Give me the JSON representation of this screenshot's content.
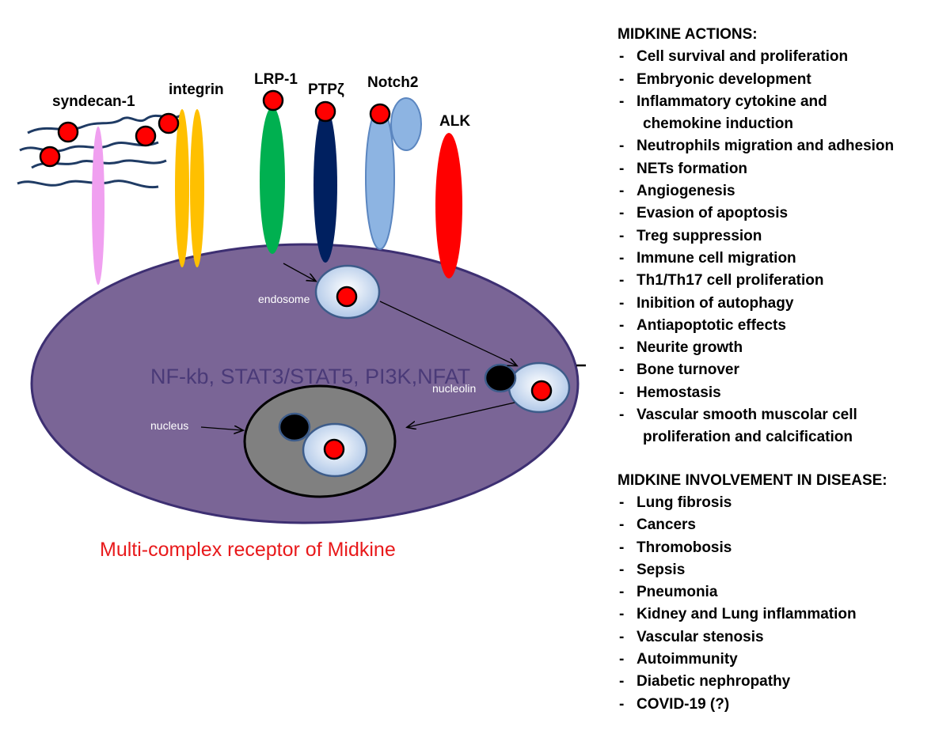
{
  "receptors": {
    "syndecan": "syndecan-1",
    "integrin": "integrin",
    "lrp1": "LRP-1",
    "ptpz": "PTPζ",
    "notch2": "Notch2",
    "alk": "ALK"
  },
  "cell": {
    "endosome": "endosome",
    "nucleolin": "nucleolin",
    "nucleus": "nucleus",
    "pathways": "NF-kb, STAT3/STAT5, PI3K,NFAT"
  },
  "caption": "Multi-complex receptor of Midkine",
  "actions": {
    "title": "MIDKINE ACTIONS:",
    "items": [
      {
        "text": "Cell survival and proliferation"
      },
      {
        "text": "Embryonic development"
      },
      {
        "text": "Inflammatory cytokine and",
        "cont": "chemokine induction"
      },
      {
        "text": "Neutrophils migration and adhesion"
      },
      {
        "text": "NETs formation"
      },
      {
        "text": "Angiogenesis"
      },
      {
        "text": "Evasion of apoptosis"
      },
      {
        "text": "Treg suppression"
      },
      {
        "text": "Immune cell migration"
      },
      {
        "text": "Th1/Th17 cell proliferation"
      },
      {
        "text": "Inibition of autophagy"
      },
      {
        "text": "Antiapoptotic effects"
      },
      {
        "text": "Neurite growth"
      },
      {
        "text": "Bone turnover"
      },
      {
        "text": "Hemostasis"
      },
      {
        "text": "Vascular smooth muscolar cell",
        "cont": " proliferation and calcification"
      }
    ]
  },
  "disease": {
    "title": "MIDKINE INVOLVEMENT IN DISEASE:",
    "items": [
      {
        "text": "Lung fibrosis"
      },
      {
        "text": "Cancers"
      },
      {
        "text": "Thromobosis"
      },
      {
        "text": "Sepsis"
      },
      {
        "text": "Pneumonia"
      },
      {
        "text": "Kidney and Lung inflammation"
      },
      {
        "text": "Vascular stenosis"
      },
      {
        "text": "Autoimmunity"
      },
      {
        "text": "Diabetic nephropathy"
      },
      {
        "text": "COVID-19 (?)"
      }
    ]
  },
  "colors": {
    "cell": "#7a6596",
    "syndecan_core": "#f0a0f0",
    "integrin": "#ffc000",
    "lrp1": "#00b050",
    "ptpz": "#002060",
    "notch2": "#8db4e2",
    "alk": "#ff0000",
    "midkine": "#ff0000"
  }
}
